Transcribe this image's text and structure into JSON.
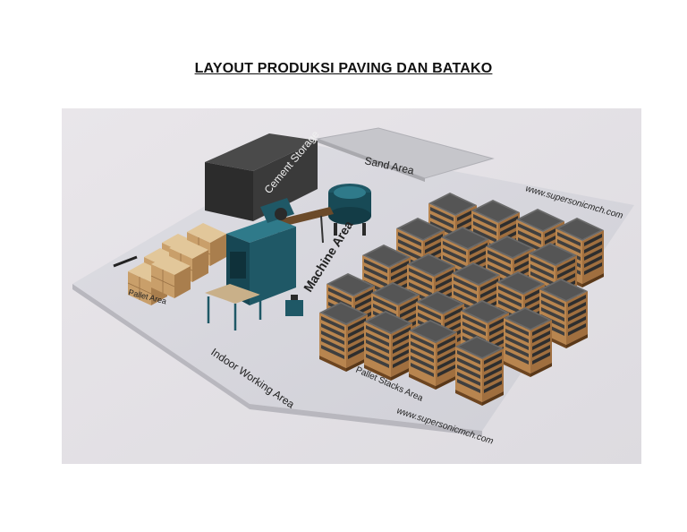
{
  "document": {
    "title": "LAYOUT PRODUKSI PAVING DAN BATAKO"
  },
  "figure": {
    "labels": {
      "cement_storage": "Cement Storage",
      "sand_area": "Sand Area",
      "machine_area": "Machine Area",
      "pallet_area": "Pallet Area",
      "indoor_working_area": "Indoor Working Area",
      "pallet_stacks_area": "Pallet Stacks Area",
      "watermark_top": "www.supersonicmch.com",
      "watermark_bottom": "www.supersonicmch.com"
    },
    "colors": {
      "background": "#e6e3e6",
      "floor": "#d9d8de",
      "cement_storage": "#2b2b2b",
      "sand_area": "#c9c9cd",
      "machine": "#1f5866",
      "pallet_wood": "#b8854f",
      "brick_stack": "#4a4a4a",
      "box": "#d5b78a"
    }
  }
}
